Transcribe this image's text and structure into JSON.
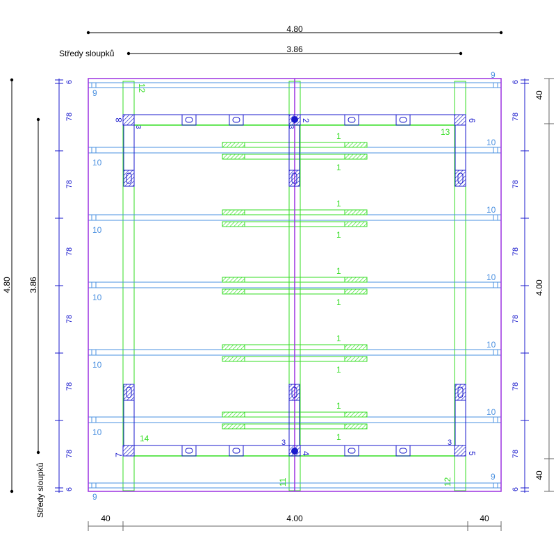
{
  "dimensions": {
    "top_overall": "4.80",
    "top_centers_label": "Středy sloupků",
    "top_centers": "3.86",
    "left_overall": "4.80",
    "left_centers": "3.86",
    "left_centers_label": "Středy sloupků",
    "bottom": [
      "40",
      "4.00",
      "40"
    ],
    "right_outer": [
      "40",
      "4.00",
      "40"
    ],
    "side_chain": [
      "6",
      "78",
      "78",
      "78",
      "78",
      "78",
      "78",
      "6"
    ]
  },
  "part_labels": {
    "beam_edge": "9",
    "beam": "10",
    "joist": "1",
    "top_left_post": "8",
    "top_mid": "2",
    "top_right_post": "6",
    "bottom_left_post": "7",
    "bottom_mid": "4",
    "bottom_right_post": "5",
    "connector": "3",
    "column_top": "12",
    "column_bottom_mid": "11",
    "column_bottom_right": "12",
    "corner_top_right": "13",
    "corner_bottom_left": "14"
  },
  "colors": {
    "outline": "#9b30e0",
    "beam": "#4a90e0",
    "dim": "#1a1acc",
    "green": "#33dd22",
    "black": "#000000"
  }
}
